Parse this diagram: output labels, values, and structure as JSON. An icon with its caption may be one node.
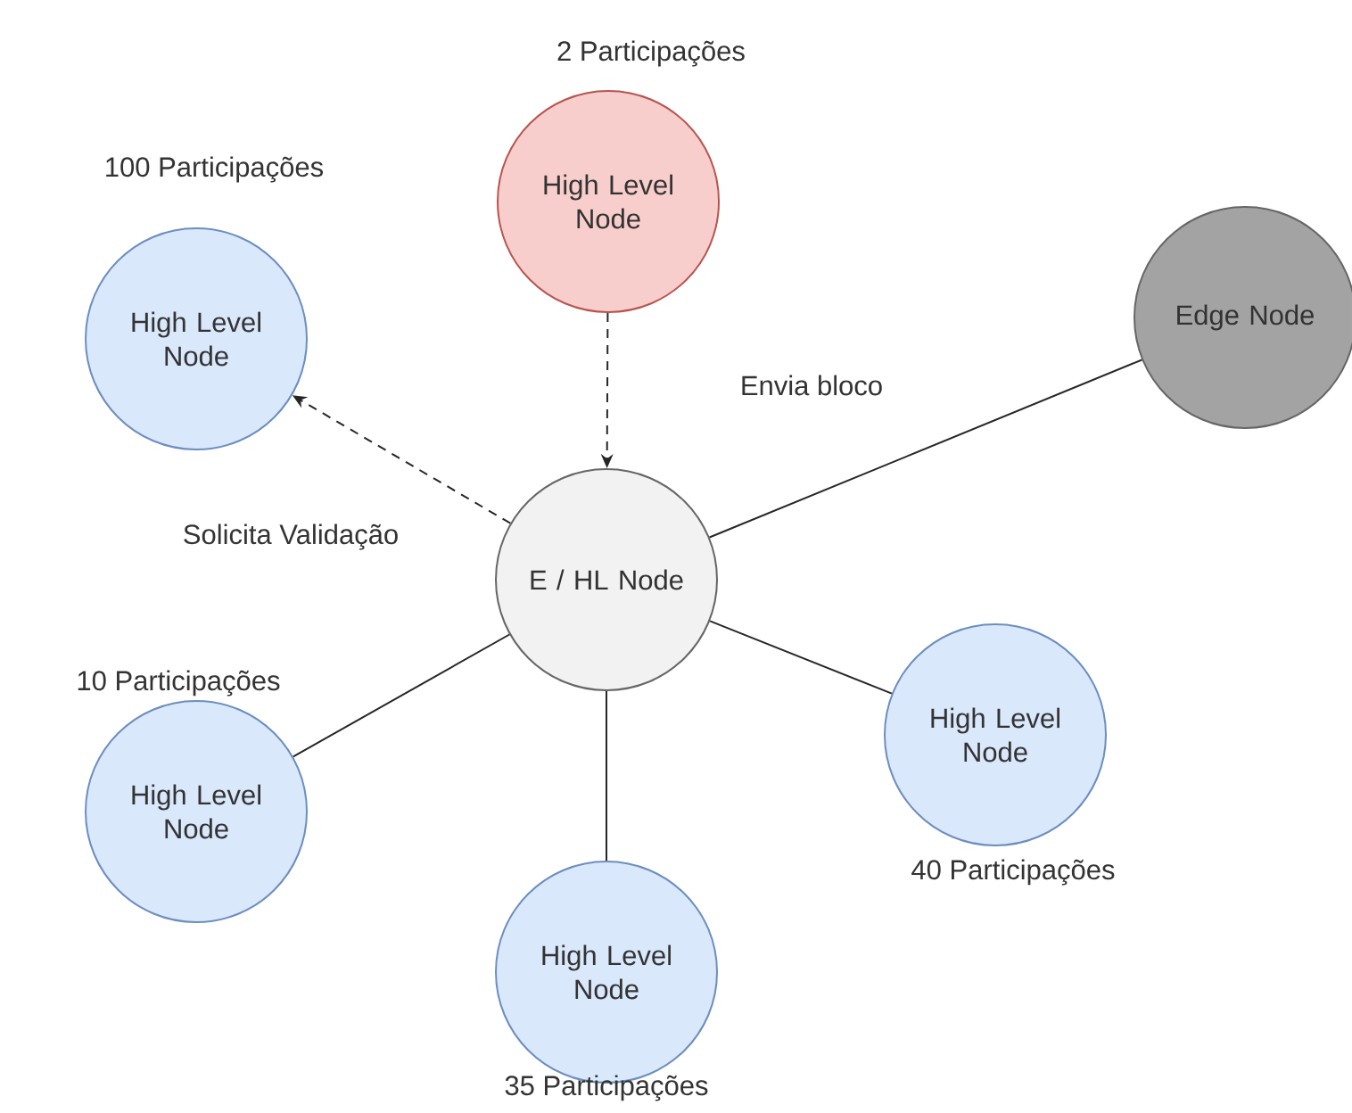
{
  "diagram": {
    "nodes": [
      {
        "text": [
          "High Level Node"
        ],
        "beside": [
          "2 Participações"
        ]
      },
      {
        "text": [
          "High Level Node"
        ],
        "beside": [
          "100 Participações"
        ]
      },
      {
        "text": [
          "Edge Node"
        ]
      },
      {
        "text": [
          "E / HL Node"
        ]
      },
      {
        "text": [
          "High Level Node"
        ],
        "beside": [
          "10 Participações"
        ]
      },
      {
        "text": [
          "High Level Node"
        ],
        "beside": [
          "40 Participações"
        ]
      },
      {
        "text": [
          "High Level Node"
        ],
        "beside": [
          "35 Participações"
        ]
      }
    ],
    "edges": [
      {
        "from": 0,
        "to": 3,
        "arrow": "to",
        "style": "dashed",
        "label": "Envia bloco"
      },
      {
        "from": 3,
        "to": 1,
        "arrow": "to",
        "style": "dashed",
        "label": "Solicita Validação"
      },
      {
        "from": 3,
        "to": 2,
        "arrow": "none"
      },
      {
        "from": 3,
        "to": 5,
        "arrow": "none"
      },
      {
        "from": 3,
        "to": 6,
        "arrow": "none"
      },
      {
        "from": 3,
        "to": 4,
        "arrow": "none"
      }
    ]
  }
}
